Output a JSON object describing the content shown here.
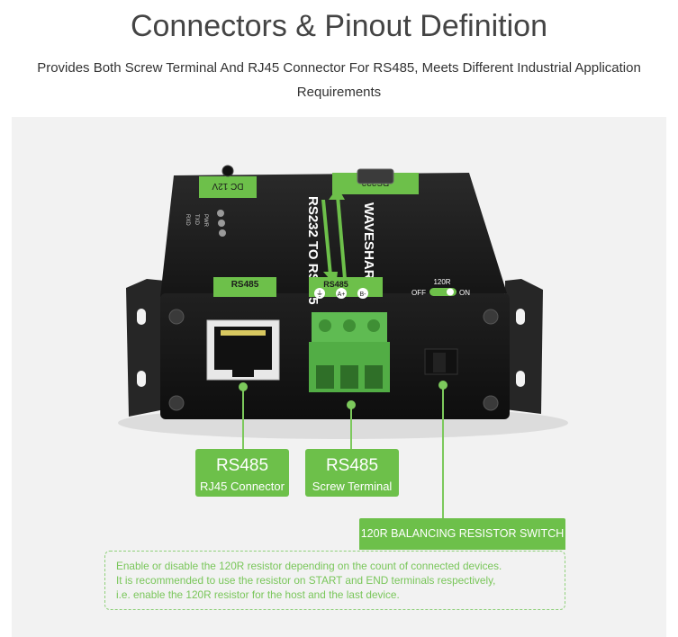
{
  "header": {
    "title": "Connectors & Pinout Definition",
    "subtitle": "Provides Both Screw Terminal And RJ45 Connector For RS485, Meets Different Industrial Application Requirements"
  },
  "device": {
    "brand": "WAVESHARE",
    "model_text": "RS232 TO RS485",
    "power_label": "DC 12V",
    "led_labels": [
      "PWR",
      "TXD",
      "RXD"
    ],
    "top_port_label": "RS232",
    "rj45_port_label": "RS485",
    "terminal_port_label": "RS485",
    "terminal_pins": [
      "⏚",
      "A+",
      "B-"
    ],
    "switch_title": "120R",
    "switch_off": "OFF",
    "switch_on": "ON"
  },
  "callouts": {
    "rj45": {
      "title": "RS485",
      "subtitle": "RJ45 Connector"
    },
    "screw": {
      "title": "RS485",
      "subtitle": "Screw Terminal"
    },
    "switch": {
      "title": "120R BALANCING RESISTOR SWITCH",
      "lines": [
        "Enable or disable the 120R resistor depending on the count of connected devices.",
        "It is recommended to use the resistor on START and END terminals respectively,",
        "i.e. enable the 120R resistor for the host and the last device."
      ]
    }
  },
  "colors": {
    "accent_green": "#6dc04a",
    "device_body": "#1b1b1b",
    "terminal_green": "#5fbb52",
    "title_text": "#444444"
  }
}
